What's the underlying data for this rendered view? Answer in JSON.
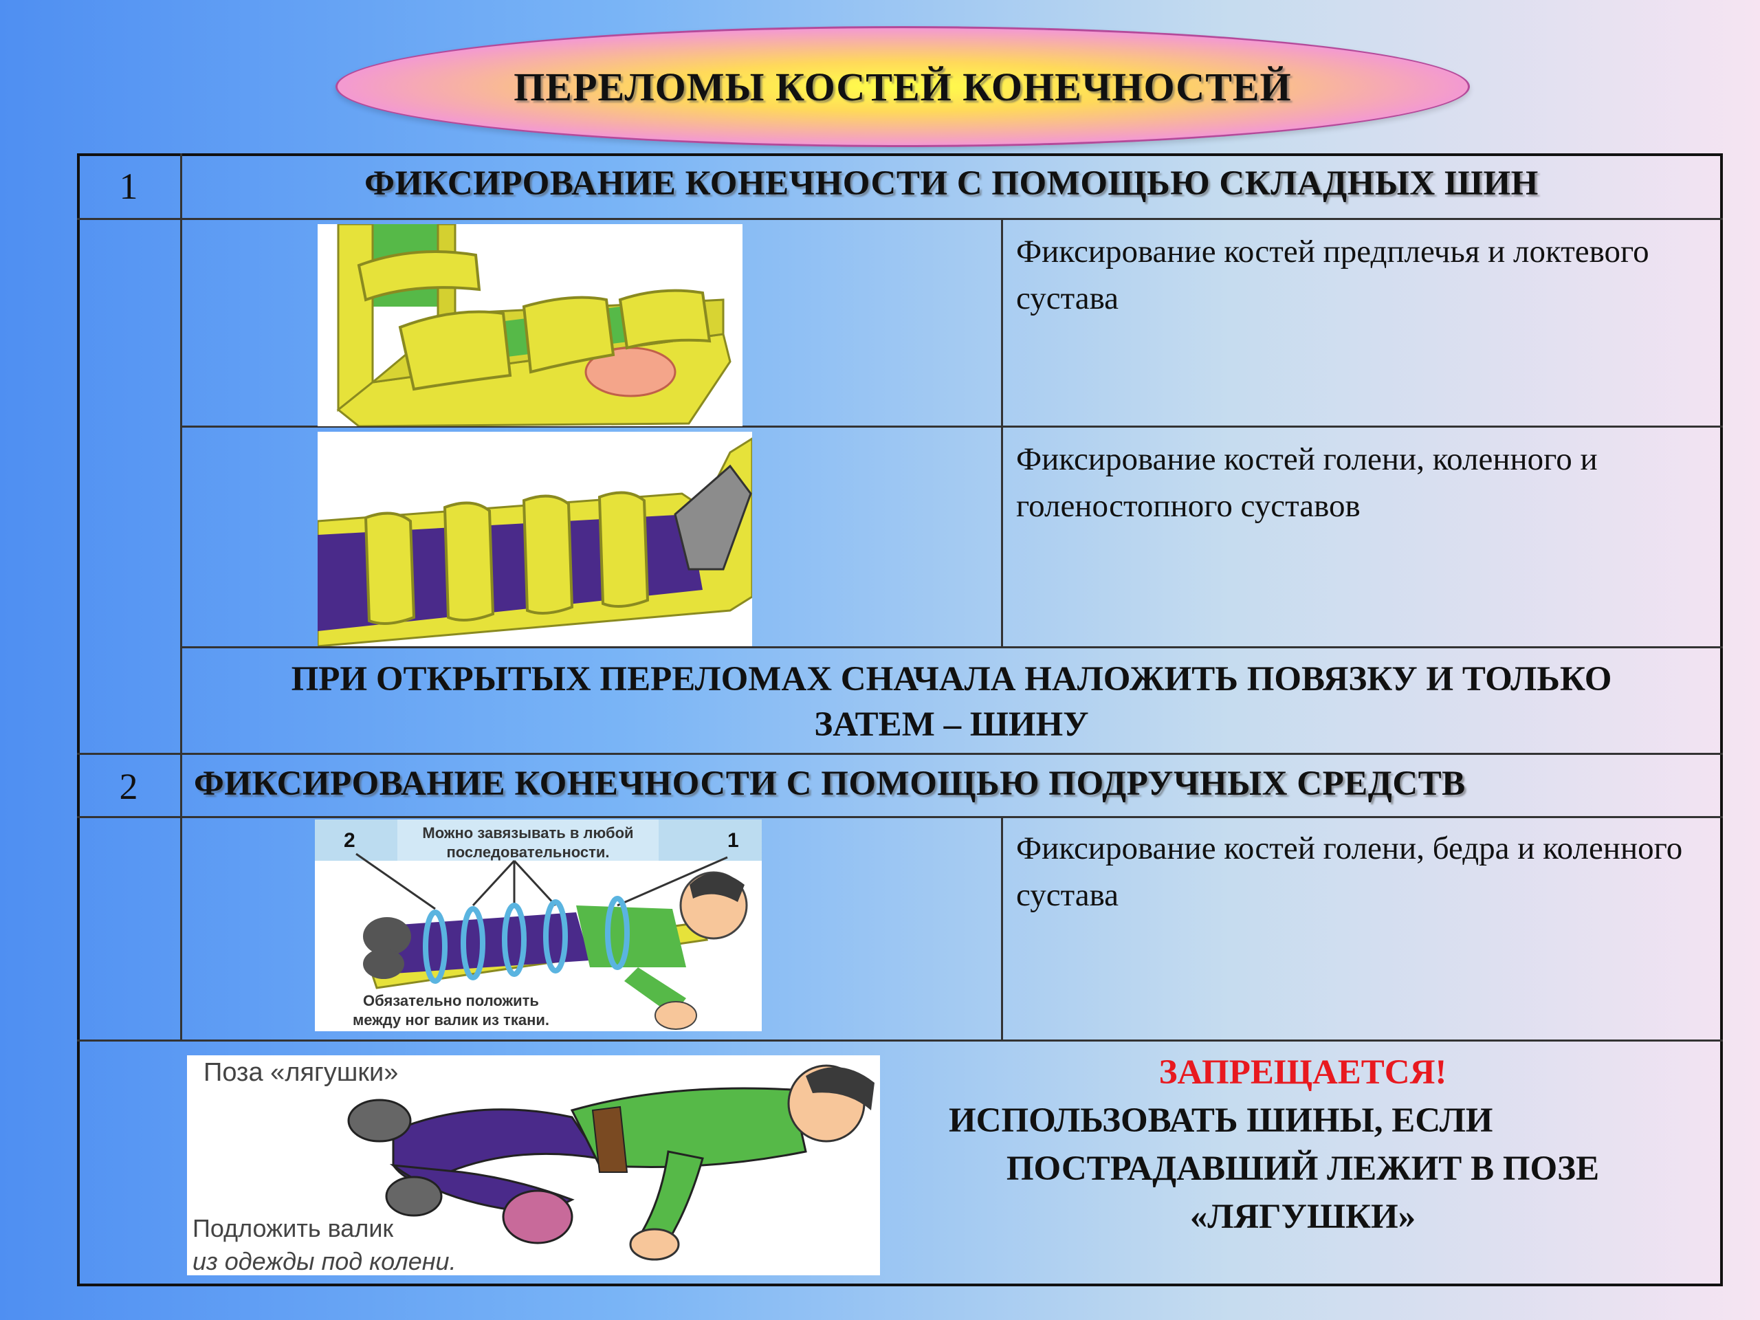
{
  "title": "ПЕРЕЛОМЫ  КОСТЕЙ  КОНЕЧНОСТЕЙ",
  "section1": {
    "number": "1",
    "heading": "ФИКСИРОВАНИЕ КОНЕЧНОСТИ С ПОМОЩЬЮ СКЛАДНЫХ ШИН",
    "rows": [
      {
        "description": "Фиксирование костей предплечья и локтевого сустава"
      },
      {
        "description": "Фиксирование костей голени, коленного и голеностопного суставов"
      }
    ],
    "note_line1": "ПРИ ОТКРЫТЫХ ПЕРЕЛОМАХ СНАЧАЛА НАЛОЖИТЬ ПОВЯЗКУ И ТОЛЬКО",
    "note_line2": "ЗАТЕМ – ШИНУ"
  },
  "section2": {
    "number": "2",
    "heading": "ФИКСИРОВАНИЕ КОНЕЧНОСТИ С ПОМОЩЬЮ ПОДРУЧНЫХ СРЕДСТВ",
    "description": "Фиксирование костей голени, бедра и коленного сустава",
    "image_caption_top_line1": "Можно завязывать в любой",
    "image_caption_top_line2": "последовательности.",
    "image_marker_left": "2",
    "image_marker_right": "1",
    "image_caption_bottom_line1": "Обязательно положить",
    "image_caption_bottom_line2": "между ног валик из ткани."
  },
  "frog": {
    "image_title": "Поза «лягушки»",
    "image_caption_line1": "Подложить валик",
    "image_caption_line2": "из одежды под колени.",
    "warning_title": "ЗАПРЕЩАЕТСЯ!",
    "warning_line1": "ИСПОЛЬЗОВАТЬ ШИНЫ, ЕСЛИ",
    "warning_line2": "ПОСТРАДАВШИЙ ЛЕЖИТ В ПОЗЕ",
    "warning_line3": "«ЛЯГУШКИ»"
  },
  "colors": {
    "splint_yellow": "#e6e23a",
    "splint_green": "#56b948",
    "clothing_purple": "#4a2a8a",
    "warning_red": "#e8191f"
  }
}
